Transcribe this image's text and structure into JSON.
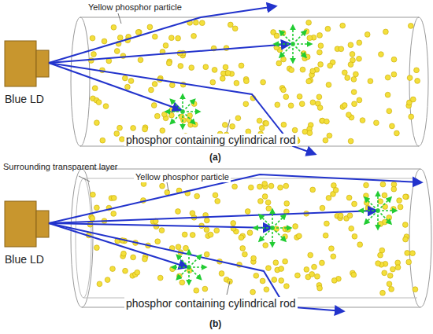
{
  "diagram": {
    "labels": [
      "Yellow phosphor particle",
      "Blue LD",
      "phosphor containing cylindrical rod",
      "(a)",
      "Surrounding transparent layer",
      "Yellow phosphor particle",
      "Blue LD",
      "phosphor containing cylindrical rod",
      "(b)"
    ]
  }
}
